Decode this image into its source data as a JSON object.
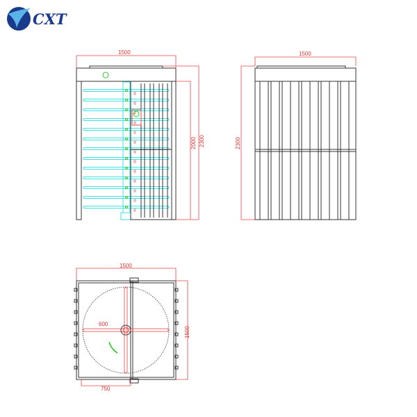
{
  "logo": {
    "text": "CXT",
    "colors": {
      "primary": "#1a3a8c",
      "accent": "#5ab4e8"
    }
  },
  "front_view": {
    "width_label": "1500",
    "height_label": "2300",
    "passage_height_label": "2000"
  },
  "side_view": {
    "width_label": "1500",
    "height_label": "2300"
  },
  "plan_view": {
    "width_label": "1500",
    "depth_label": "1500",
    "arm_label": "600",
    "half_width_label": "750"
  },
  "colors": {
    "dimension": "#e44444",
    "outline": "#333333",
    "arm": "#3ee0e0",
    "indicator": "#22cc22"
  }
}
